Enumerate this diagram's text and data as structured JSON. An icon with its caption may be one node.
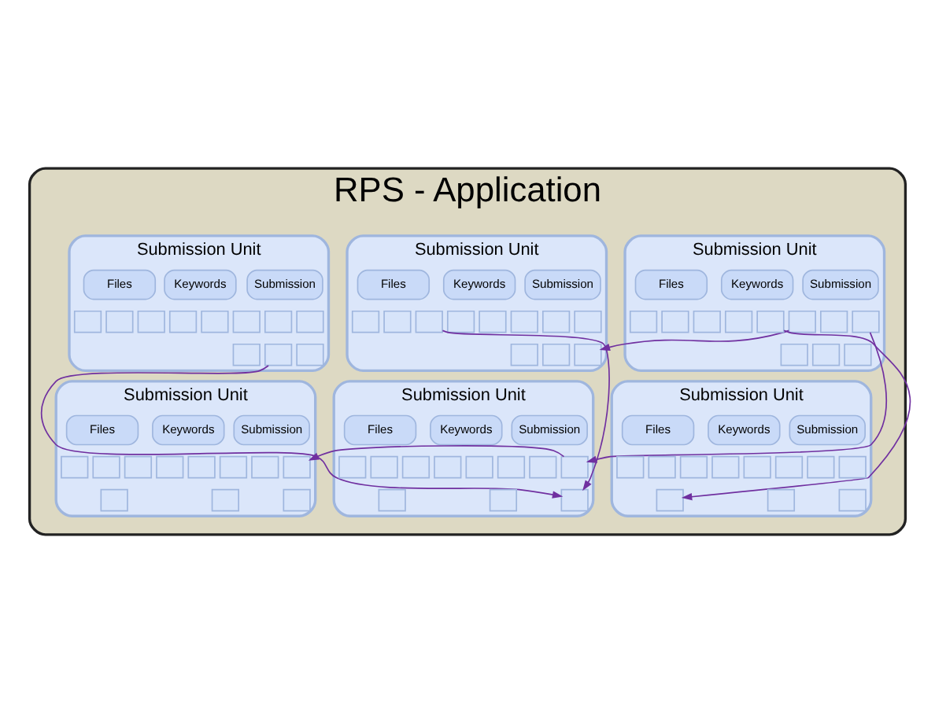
{
  "diagram": {
    "nodes": [
      {
        "text": [
          "RPS - Application"
        ]
      },
      {
        "text": [
          "Submission Unit"
        ],
        "in": 0
      },
      {
        "text": [
          "Submission"
        ],
        "in": 1
      },
      {
        "text": [
          "Keywords"
        ],
        "in": 1
      },
      {
        "text": [
          "Files"
        ],
        "in": 1
      },
      {
        "text": [],
        "shape": "box",
        "in": 1
      },
      {
        "text": [],
        "shape": "box",
        "in": 1
      },
      {
        "text": [],
        "shape": "box",
        "in": 1
      },
      {
        "text": [],
        "shape": "box",
        "in": 1
      },
      {
        "text": [],
        "shape": "box",
        "in": 1
      },
      {
        "text": [],
        "shape": "box",
        "in": 1
      },
      {
        "text": [],
        "shape": "box",
        "in": 1
      },
      {
        "text": [],
        "shape": "box",
        "in": 1
      },
      {
        "text": [],
        "shape": "box",
        "in": 1
      },
      {
        "text": [],
        "shape": "box",
        "in": 1
      },
      {
        "text": [],
        "shape": "box",
        "in": 1
      },
      {
        "text": [
          "Submission Unit"
        ],
        "in": 0
      },
      {
        "text": [
          "Submission"
        ],
        "in": 16
      },
      {
        "text": [
          "Keywords"
        ],
        "in": 16
      },
      {
        "text": [
          "Files"
        ],
        "in": 16
      },
      {
        "text": [],
        "shape": "box",
        "in": 16
      },
      {
        "text": [],
        "shape": "box",
        "in": 16
      },
      {
        "text": [],
        "shape": "box",
        "in": 16
      },
      {
        "text": [],
        "shape": "box",
        "in": 16
      },
      {
        "text": [],
        "shape": "box",
        "in": 16
      },
      {
        "text": [],
        "shape": "box",
        "in": 16
      },
      {
        "text": [],
        "shape": "box",
        "in": 16
      },
      {
        "text": [],
        "shape": "box",
        "in": 16
      },
      {
        "text": [],
        "shape": "box",
        "in": 16
      },
      {
        "text": [],
        "shape": "box",
        "in": 16
      },
      {
        "text": [],
        "shape": "box",
        "in": 16
      },
      {
        "text": [
          "Submission Unit"
        ],
        "in": 0
      },
      {
        "text": [
          "Submission"
        ],
        "in": 31
      },
      {
        "text": [
          "Keywords"
        ],
        "in": 31
      },
      {
        "text": [
          "Files"
        ],
        "in": 31
      },
      {
        "text": [],
        "shape": "box",
        "in": 31
      },
      {
        "text": [],
        "shape": "box",
        "in": 31
      },
      {
        "text": [],
        "shape": "box",
        "in": 31
      },
      {
        "text": [],
        "shape": "box",
        "in": 31
      },
      {
        "text": [],
        "shape": "box",
        "in": 31
      },
      {
        "text": [],
        "shape": "box",
        "in": 31
      },
      {
        "text": [],
        "shape": "box",
        "in": 31
      },
      {
        "text": [],
        "shape": "box",
        "in": 31
      },
      {
        "text": [],
        "shape": "box",
        "in": 31
      },
      {
        "text": [],
        "shape": "box",
        "in": 31
      },
      {
        "text": [],
        "shape": "box",
        "in": 31
      },
      {
        "text": [
          "Submission Unit"
        ],
        "in": 0
      },
      {
        "text": [
          "Submission"
        ],
        "in": 46
      },
      {
        "text": [
          "Keywords"
        ],
        "in": 46
      },
      {
        "text": [
          "Files"
        ],
        "in": 46
      },
      {
        "text": [],
        "shape": "box",
        "in": 46
      },
      {
        "text": [],
        "shape": "box",
        "in": 46
      },
      {
        "text": [],
        "shape": "box",
        "in": 46
      },
      {
        "text": [],
        "shape": "box",
        "in": 46
      },
      {
        "text": [],
        "shape": "box",
        "in": 46
      },
      {
        "text": [],
        "shape": "box",
        "in": 46
      },
      {
        "text": [],
        "shape": "box",
        "in": 46
      },
      {
        "text": [],
        "shape": "box",
        "in": 46
      },
      {
        "text": [],
        "shape": "box",
        "in": 46
      },
      {
        "text": [],
        "shape": "box",
        "in": 46
      },
      {
        "text": [],
        "shape": "box",
        "in": 46
      },
      {
        "text": [
          "Submission Unit"
        ],
        "in": 0
      },
      {
        "text": [
          "Submission"
        ],
        "in": 61
      },
      {
        "text": [
          "Keywords"
        ],
        "in": 61
      },
      {
        "text": [
          "Files"
        ],
        "in": 61
      },
      {
        "text": [],
        "shape": "box",
        "in": 61
      },
      {
        "text": [],
        "shape": "box",
        "in": 61
      },
      {
        "text": [],
        "shape": "box",
        "in": 61
      },
      {
        "text": [],
        "shape": "box",
        "in": 61
      },
      {
        "text": [],
        "shape": "box",
        "in": 61
      },
      {
        "text": [],
        "shape": "box",
        "in": 61
      },
      {
        "text": [],
        "shape": "box",
        "in": 61
      },
      {
        "text": [],
        "shape": "box",
        "in": 61
      },
      {
        "text": [],
        "shape": "box",
        "in": 61
      },
      {
        "text": [],
        "shape": "box",
        "in": 61
      },
      {
        "text": [],
        "shape": "box",
        "in": 61
      },
      {
        "text": [
          "Submission Unit"
        ],
        "in": 0
      },
      {
        "text": [
          "Submission"
        ],
        "in": 76
      },
      {
        "text": [
          "Keywords"
        ],
        "in": 76
      },
      {
        "text": [
          "Files"
        ],
        "in": 76
      },
      {
        "text": [],
        "shape": "box",
        "in": 76
      },
      {
        "text": [],
        "shape": "box",
        "in": 76
      },
      {
        "text": [],
        "shape": "box",
        "in": 76
      },
      {
        "text": [],
        "shape": "box",
        "in": 76
      },
      {
        "text": [],
        "shape": "box",
        "in": 76
      },
      {
        "text": [],
        "shape": "box",
        "in": 76
      },
      {
        "text": [],
        "shape": "box",
        "in": 76
      },
      {
        "text": [],
        "shape": "box",
        "in": 76
      },
      {
        "text": [],
        "shape": "box",
        "in": 76
      },
      {
        "text": [],
        "shape": "box",
        "in": 76
      },
      {
        "text": [],
        "shape": "box",
        "in": 76
      }
    ],
    "edges": [
      {
        "from": 5,
        "to": 65,
        "arrow": "to"
      },
      {
        "from": 7,
        "to": 28,
        "arrow": "to"
      },
      {
        "from": 8,
        "to": 60,
        "arrow": "to"
      },
      {
        "from": 25,
        "to": 73,
        "arrow": "to"
      },
      {
        "from": 44,
        "to": 73,
        "arrow": "to"
      },
      {
        "from": 65,
        "to": 80,
        "arrow": "to"
      }
    ]
  }
}
